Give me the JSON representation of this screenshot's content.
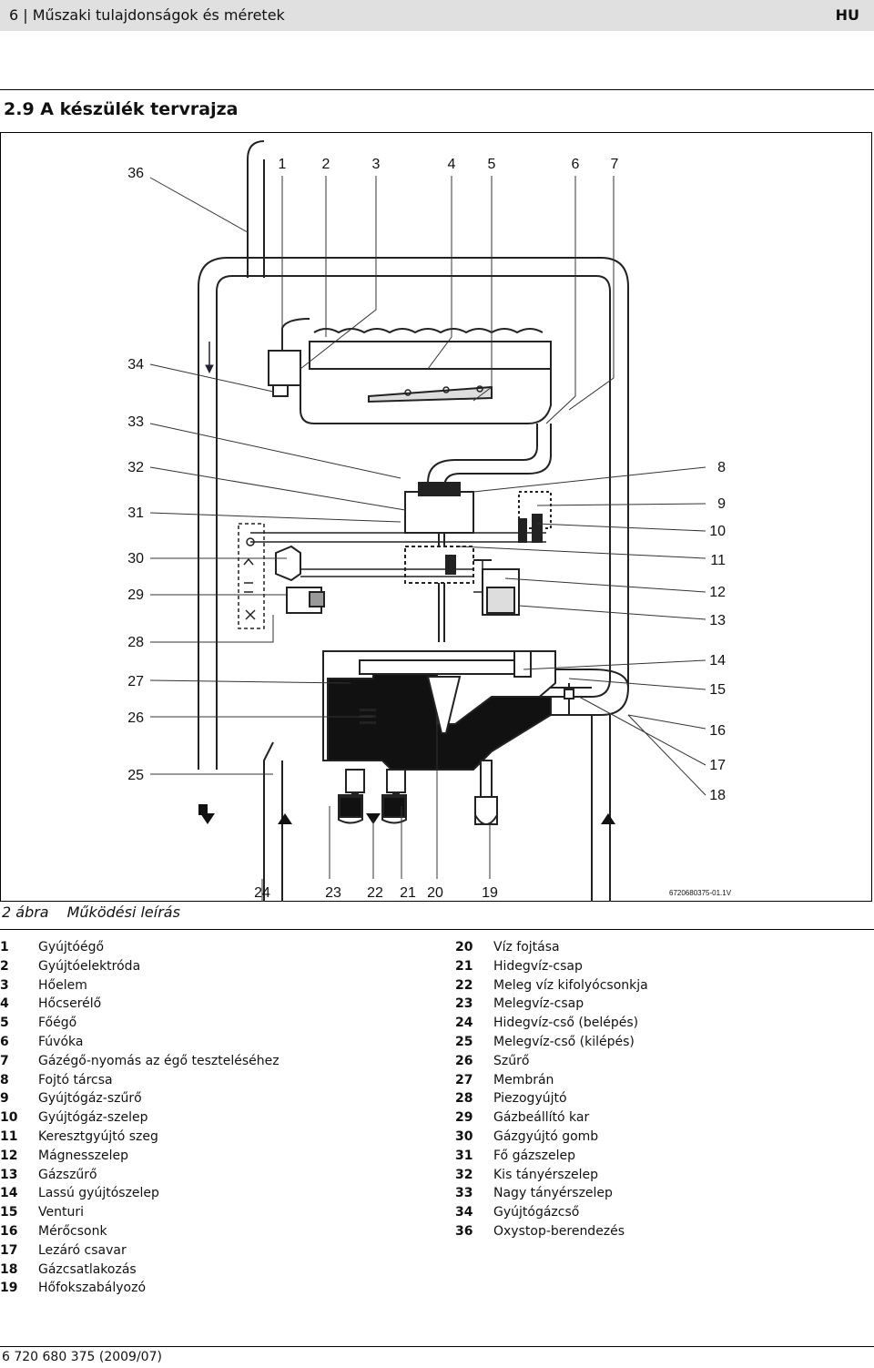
{
  "header": {
    "left": "6 | Műszaki tulajdonságok és méretek",
    "right": "HU"
  },
  "section": {
    "title": "2.9    A készülék tervrajza"
  },
  "diagram": {
    "image_code": "6720680375-01.1V",
    "callouts_top": [
      "1",
      "2",
      "3",
      "4",
      "5",
      "6",
      "7"
    ],
    "callouts_left": [
      "36",
      "34",
      "33",
      "32",
      "31",
      "30",
      "29",
      "28",
      "27",
      "26",
      "25"
    ],
    "callouts_right": [
      "8",
      "9",
      "10",
      "11",
      "12",
      "13",
      "14",
      "15",
      "16",
      "17",
      "18"
    ],
    "callouts_bottom": [
      "24",
      "23",
      "22",
      "21",
      "20",
      "19"
    ]
  },
  "caption": {
    "number": "2 ábra",
    "text": "Működési leírás"
  },
  "legend_left": [
    {
      "n": "1",
      "t": "Gyújtóégő"
    },
    {
      "n": "2",
      "t": "Gyújtóelektróda"
    },
    {
      "n": "3",
      "t": "Hőelem"
    },
    {
      "n": "4",
      "t": "Hőcserélő"
    },
    {
      "n": "5",
      "t": "Főégő"
    },
    {
      "n": "6",
      "t": "Fúvóka"
    },
    {
      "n": "7",
      "t": "Gázégő-nyomás az égő teszteléséhez"
    },
    {
      "n": "8",
      "t": "Fojtó tárcsa"
    },
    {
      "n": "9",
      "t": "Gyújtógáz-szűrő"
    },
    {
      "n": "10",
      "t": "Gyújtógáz-szelep"
    },
    {
      "n": "11",
      "t": "Keresztgyújtó szeg"
    },
    {
      "n": "12",
      "t": "Mágnesszelep"
    },
    {
      "n": "13",
      "t": "Gázszűrő"
    },
    {
      "n": "14",
      "t": "Lassú gyújtószelep"
    },
    {
      "n": "15",
      "t": "Venturi"
    },
    {
      "n": "16",
      "t": "Mérőcsonk"
    },
    {
      "n": "17",
      "t": "Lezáró csavar"
    },
    {
      "n": "18",
      "t": "Gázcsatlakozás"
    },
    {
      "n": "19",
      "t": "Hőfokszabályozó"
    }
  ],
  "legend_right": [
    {
      "n": "20",
      "t": "Víz fojtása"
    },
    {
      "n": "21",
      "t": "Hidegvíz-csap"
    },
    {
      "n": "22",
      "t": "Meleg víz kifolyócsonkja"
    },
    {
      "n": "23",
      "t": "Melegvíz-csap"
    },
    {
      "n": "24",
      "t": "Hidegvíz-cső (belépés)"
    },
    {
      "n": "25",
      "t": "Melegvíz-cső (kilépés)"
    },
    {
      "n": "26",
      "t": "Szűrő"
    },
    {
      "n": "27",
      "t": "Membrán"
    },
    {
      "n": "28",
      "t": "Piezogyújtó"
    },
    {
      "n": "29",
      "t": "Gázbeállító kar"
    },
    {
      "n": "30",
      "t": "Gázgyújtó gomb"
    },
    {
      "n": "31",
      "t": "Fő gázszelep"
    },
    {
      "n": "32",
      "t": "Kis tányérszelep"
    },
    {
      "n": "33",
      "t": "Nagy tányérszelep"
    },
    {
      "n": "34",
      "t": "Gyújtógázcső"
    },
    {
      "n": "36",
      "t": "Oxystop-berendezés"
    }
  ],
  "footer": {
    "text": "6 720 680 375 (2009/07)"
  }
}
